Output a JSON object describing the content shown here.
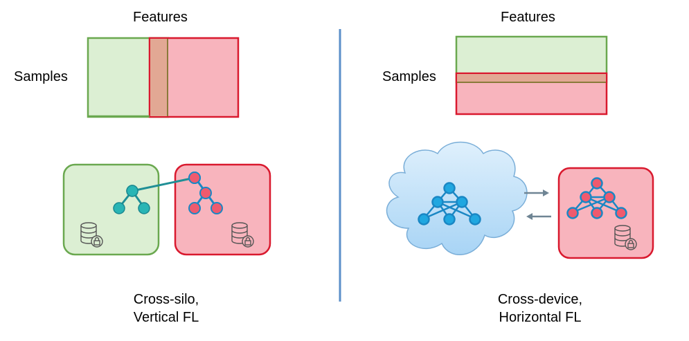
{
  "left_panel": {
    "features_label": "Features",
    "samples_label": "Samples",
    "caption_line1": "Cross-silo,",
    "caption_line2": "Vertical FL"
  },
  "right_panel": {
    "features_label": "Features",
    "samples_label": "Samples",
    "caption_line1": "Cross-device,",
    "caption_line2": "Horizontal FL"
  },
  "icons": {
    "database": "database-lock-icon",
    "network": "neural-network-icon",
    "cloud": "cloud-icon",
    "arrows": "bidirectional-arrows-icon"
  },
  "colors": {
    "green_fill": "#dcefd3",
    "green_stroke": "#6aa84f",
    "red_fill": "#f8b4bd",
    "red_stroke": "#d9192e",
    "overlap_fill": "#e2a894",
    "teal_node": "#29b5b5",
    "blue_node": "#20a7e0",
    "pink_node": "#ef5a6e",
    "divider": "#5b8fc9",
    "cloud_fill": "#b7dcf7"
  }
}
